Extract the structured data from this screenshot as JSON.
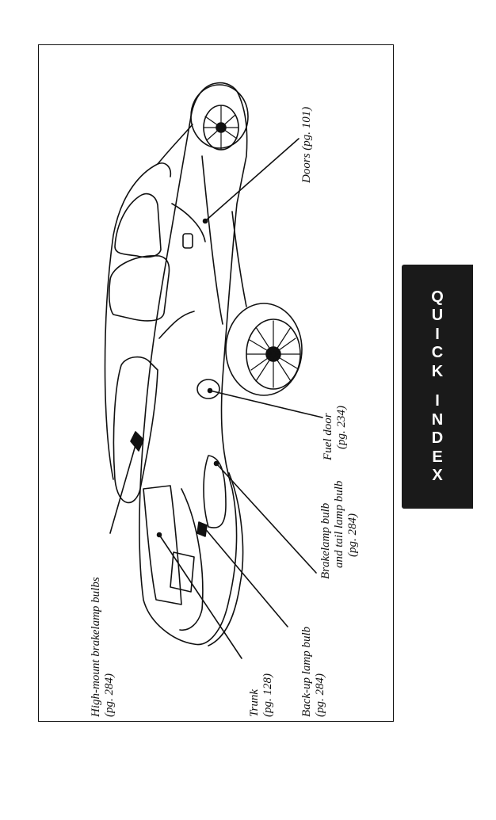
{
  "side_tab": {
    "letters": [
      "Q",
      "U",
      "I",
      "C",
      "K",
      "I",
      "N",
      "D",
      "E",
      "X"
    ],
    "background_color": "#1a1a1a",
    "text_color": "#ffffff"
  },
  "callouts": {
    "doors": {
      "line1": "Doors (pg. 101)"
    },
    "fuel_door": {
      "line1": "Fuel door",
      "line2": "(pg. 234)"
    },
    "brakelamp": {
      "line1": "Brakelamp bulb",
      "line2": "and tail lamp bulb",
      "line3": "(pg. 284)"
    },
    "backup_lamp": {
      "line1": "Back-up lamp bulb",
      "line2": "(pg. 284)"
    },
    "trunk": {
      "line1": "Trunk",
      "line2": "(pg. 128)"
    },
    "high_mount": {
      "line1": "High-mount brakelamp bulbs",
      "line2": "(pg. 284)"
    }
  }
}
